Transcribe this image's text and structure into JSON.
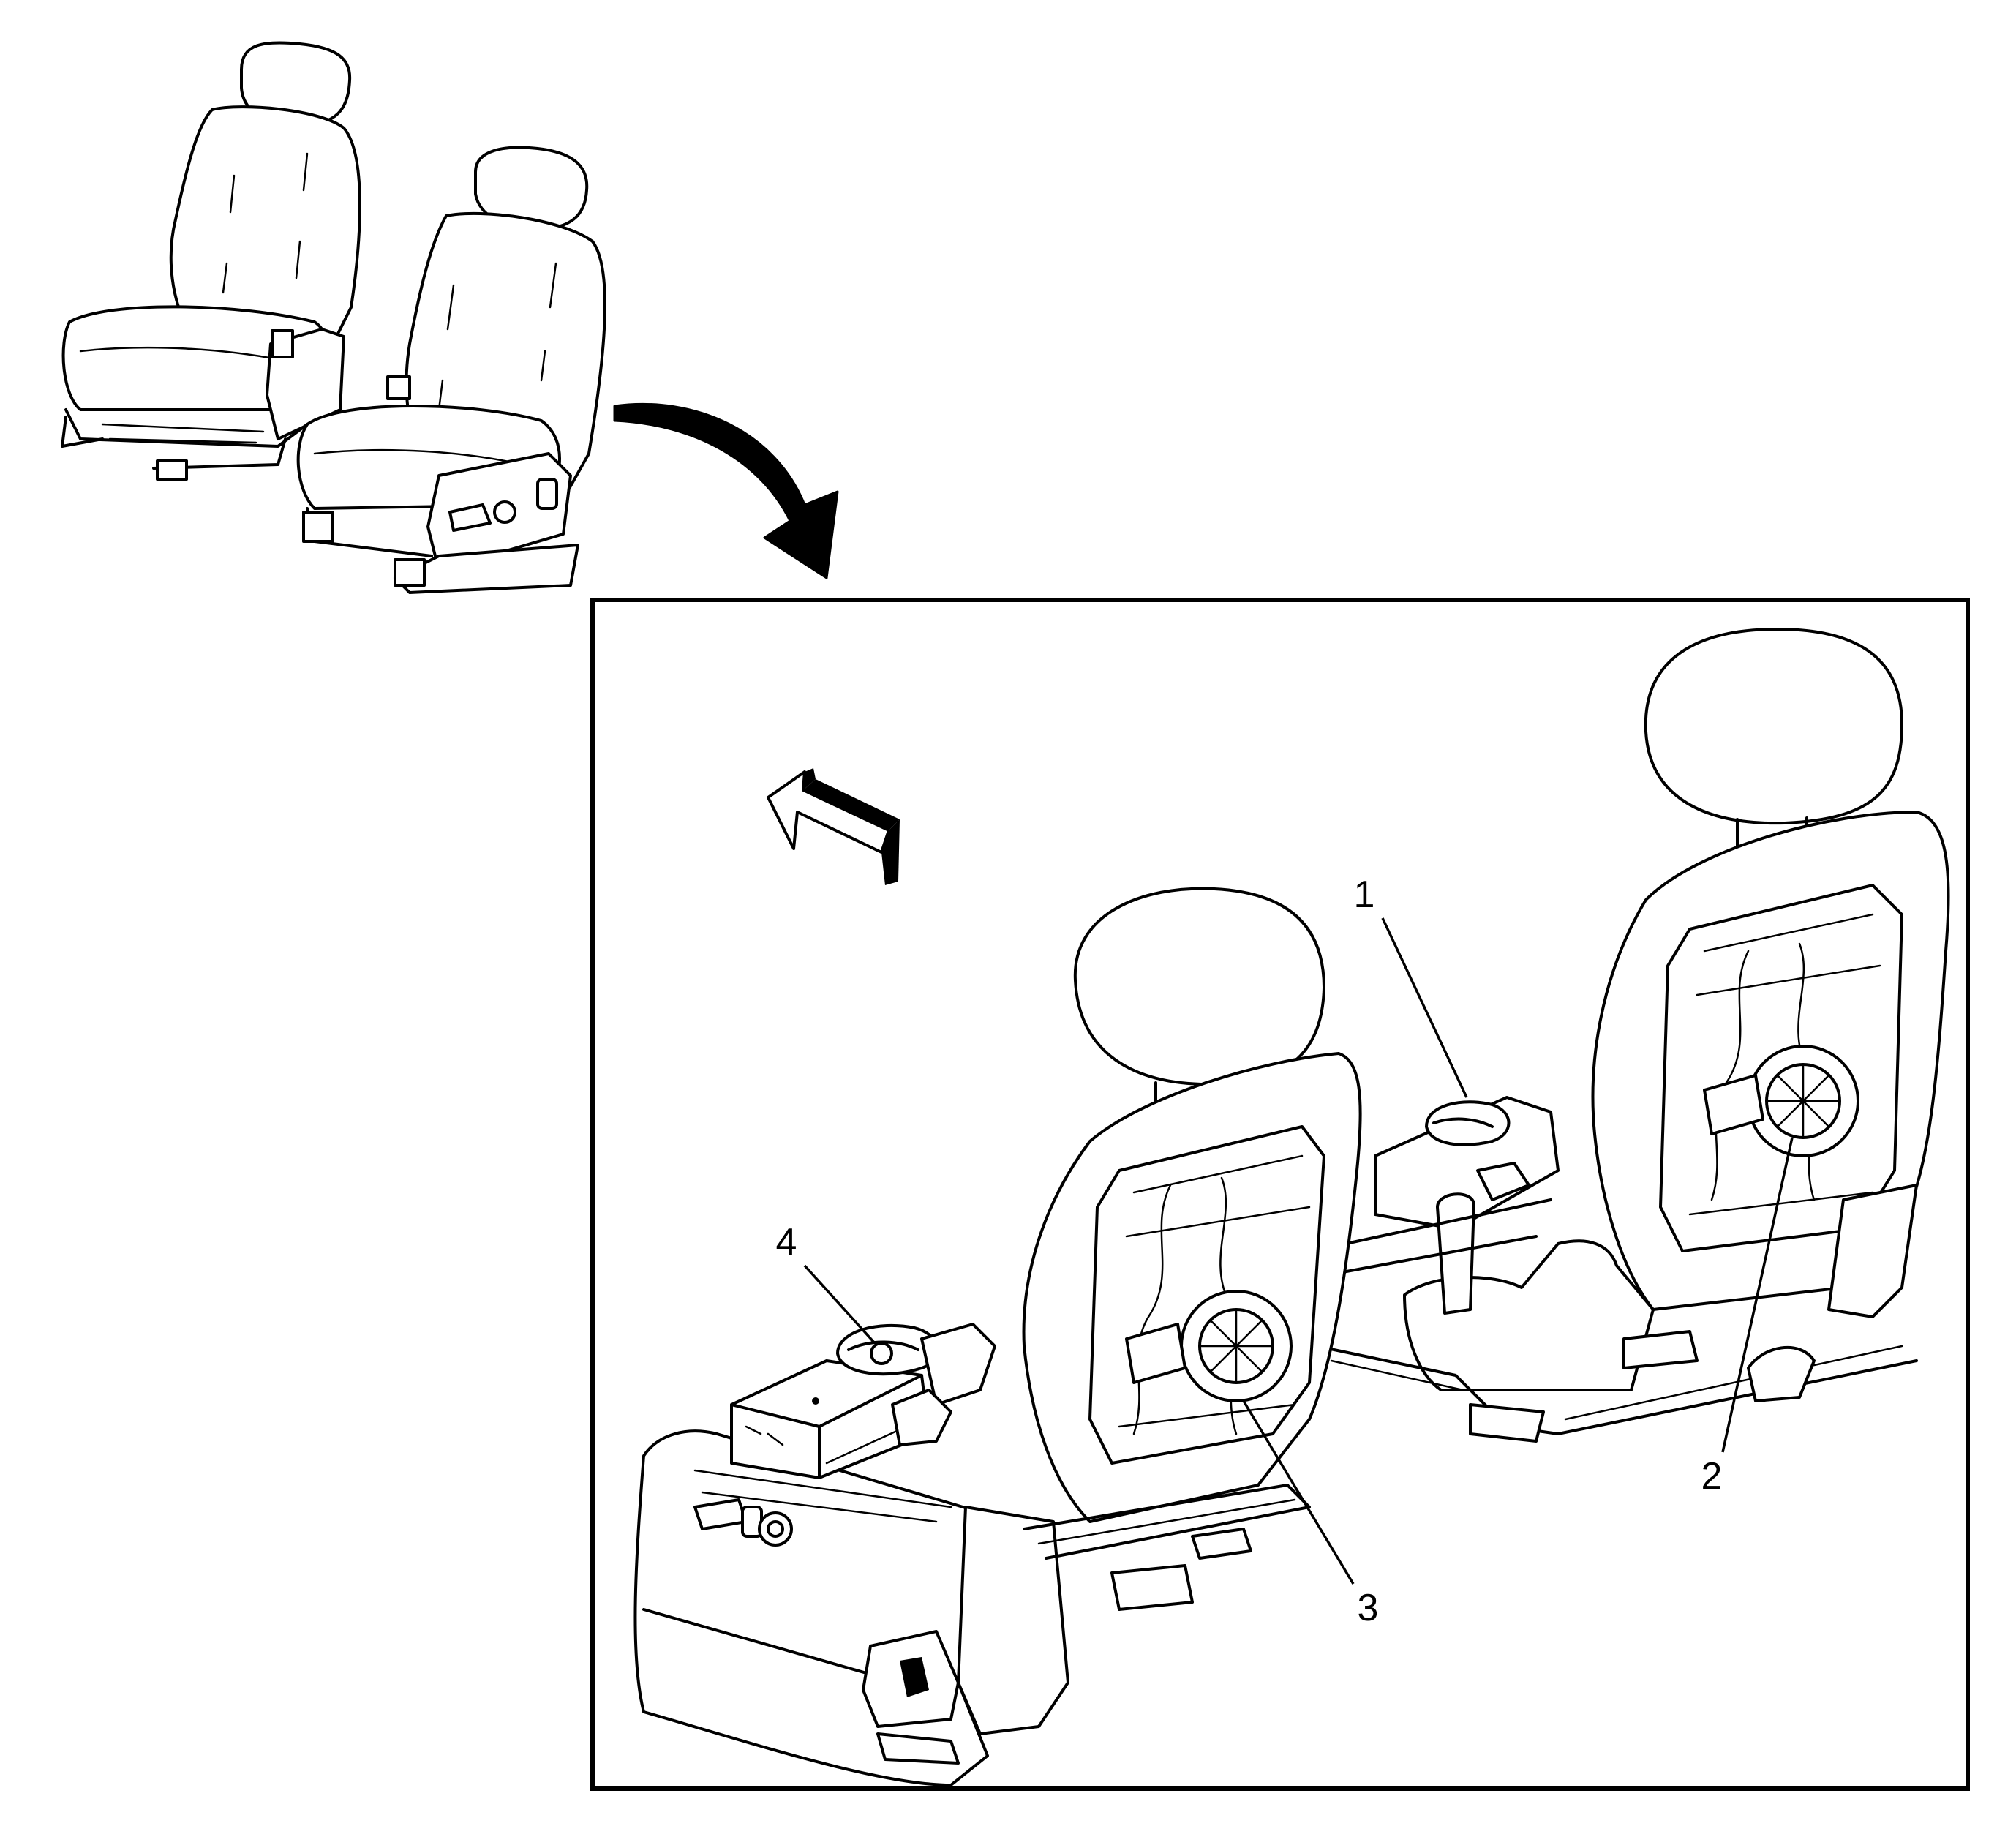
{
  "callouts": [
    {
      "id": "1",
      "label": "1"
    },
    {
      "id": "2",
      "label": "2"
    },
    {
      "id": "3",
      "label": "3"
    },
    {
      "id": "4",
      "label": "4"
    }
  ],
  "colors": {
    "ink": "#000000",
    "paper": "#ffffff"
  },
  "icons": {
    "transition_arrow": "curved-arrow-icon",
    "direction_arrow": "forward-direction-arrow-icon"
  }
}
